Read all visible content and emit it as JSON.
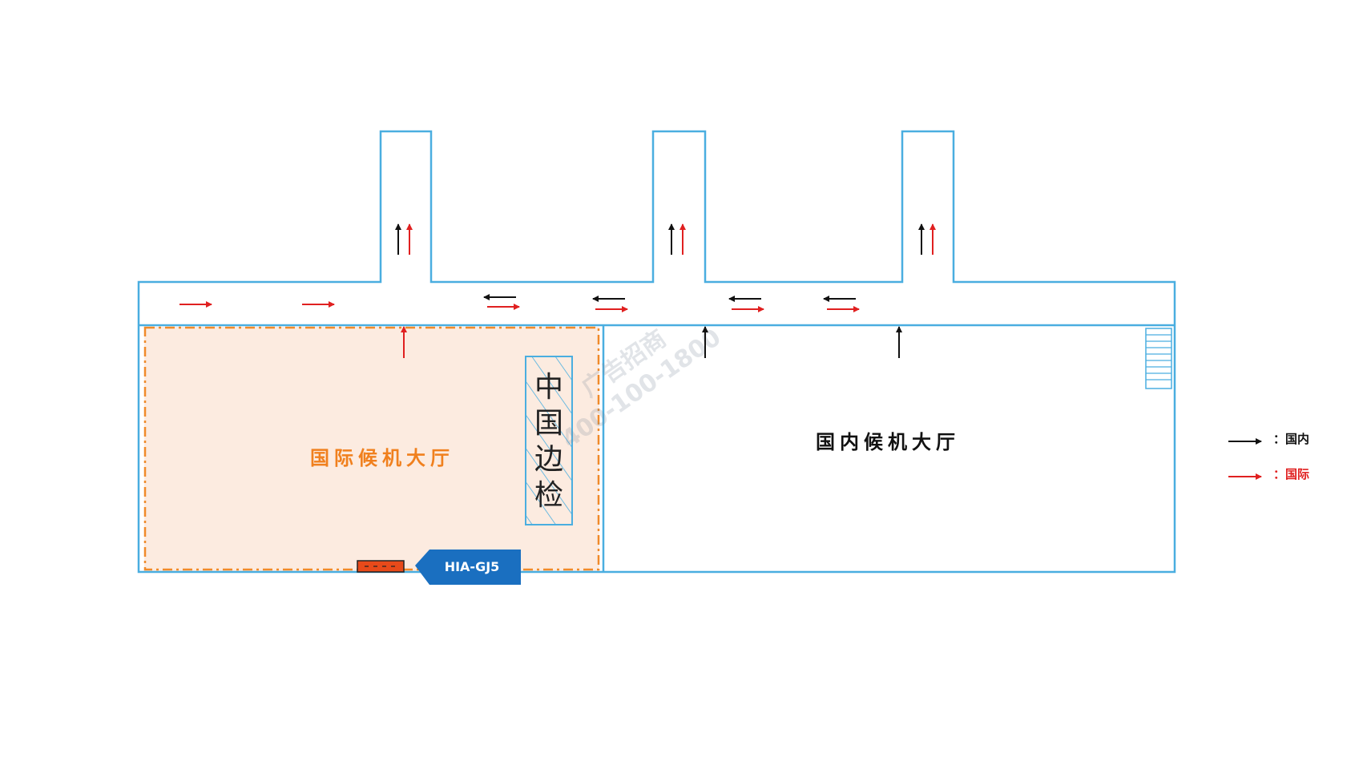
{
  "halls": {
    "international": "国际候机大厅",
    "domestic": "国内候机大厅"
  },
  "border_check": [
    "中",
    "国",
    "边",
    "检"
  ],
  "ad_slot": {
    "id": "HIA-GJ5"
  },
  "watermark": {
    "line1": "广告招商",
    "line2": "400-100-1800"
  },
  "legend": [
    {
      "label": "：国内",
      "color": "#111111"
    },
    {
      "label": "：国际",
      "color": "#e02020"
    }
  ],
  "colors": {
    "wall": "#4aaee0",
    "international_fill": "#fcebe0",
    "international_border": "#f08a2a",
    "international_text": "#f0801e",
    "domestic_text": "#111111",
    "ad_tag": "#1a6fc0",
    "ad_box": "#e84a1a"
  }
}
